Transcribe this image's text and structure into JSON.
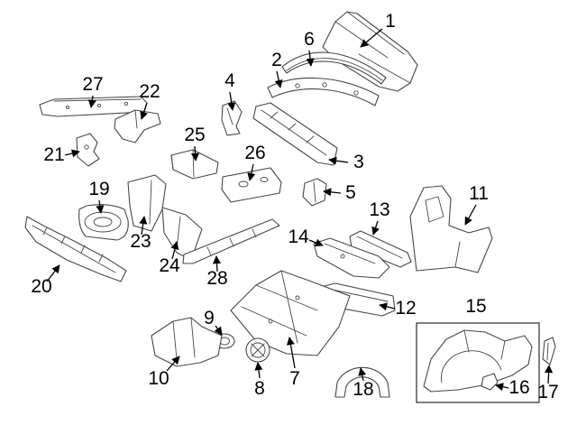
{
  "diagram": {
    "kind": "exploded-parts-diagram",
    "background_color": "#ffffff",
    "line_color": "#474747",
    "label_color": "#000000",
    "callouts": [
      {
        "label": "1"
      },
      {
        "label": "2"
      },
      {
        "label": "3"
      },
      {
        "label": "4"
      },
      {
        "label": "5"
      },
      {
        "label": "6"
      },
      {
        "label": "7"
      },
      {
        "label": "8"
      },
      {
        "label": "9"
      },
      {
        "label": "10"
      },
      {
        "label": "11"
      },
      {
        "label": "12"
      },
      {
        "label": "13"
      },
      {
        "label": "14"
      },
      {
        "label": "15"
      },
      {
        "label": "16"
      },
      {
        "label": "17"
      },
      {
        "label": "18"
      },
      {
        "label": "19"
      },
      {
        "label": "20"
      },
      {
        "label": "21"
      },
      {
        "label": "22"
      },
      {
        "label": "23"
      },
      {
        "label": "24"
      },
      {
        "label": "25"
      },
      {
        "label": "26"
      },
      {
        "label": "27"
      },
      {
        "label": "28"
      }
    ]
  }
}
